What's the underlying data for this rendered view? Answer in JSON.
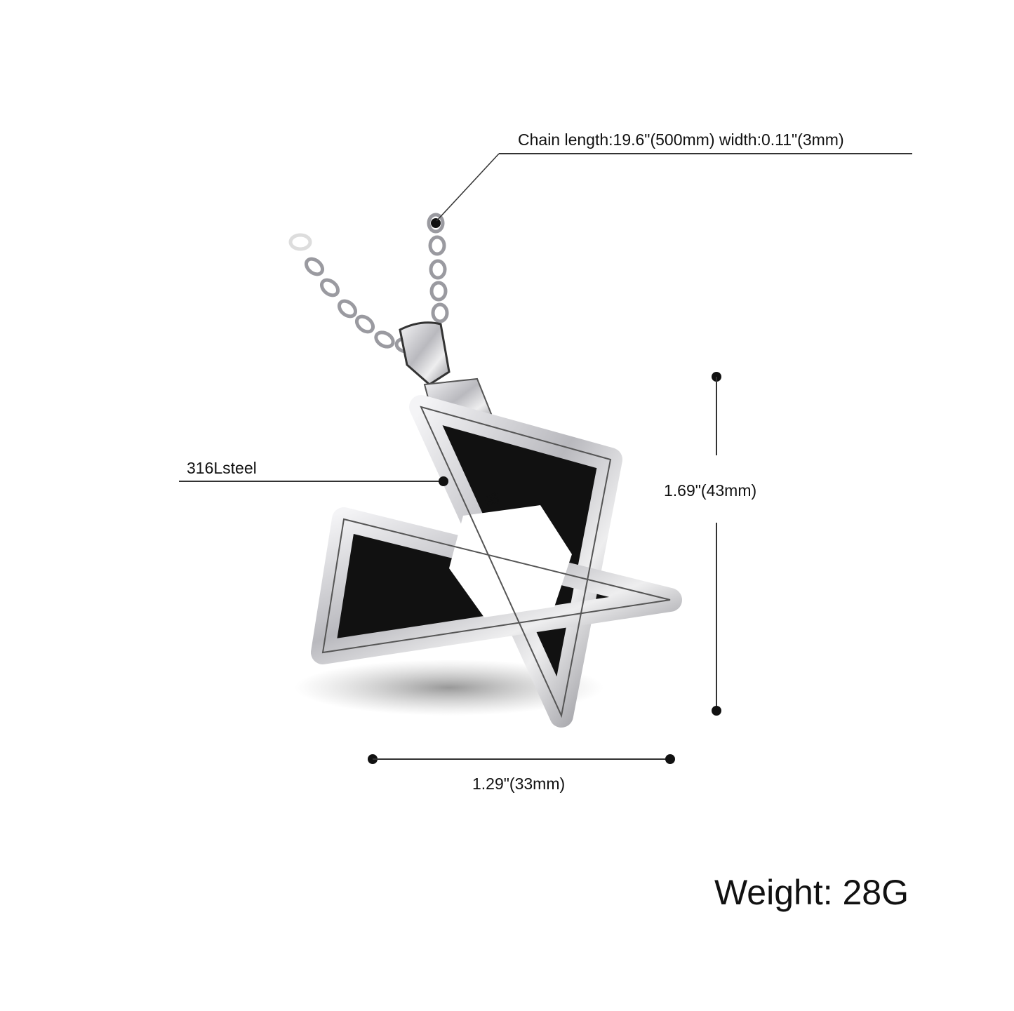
{
  "annotations": {
    "chain": "Chain length:19.6\"(500mm) width:0.11\"(3mm)",
    "material": "316Lsteel",
    "height": "1.69\"(43mm)",
    "width": "1.29\"(33mm)",
    "weight": "Weight: 28G"
  },
  "colors": {
    "line": "#333333",
    "text": "#111111",
    "steel": "#c8c8cc",
    "enamel": "#111111"
  }
}
